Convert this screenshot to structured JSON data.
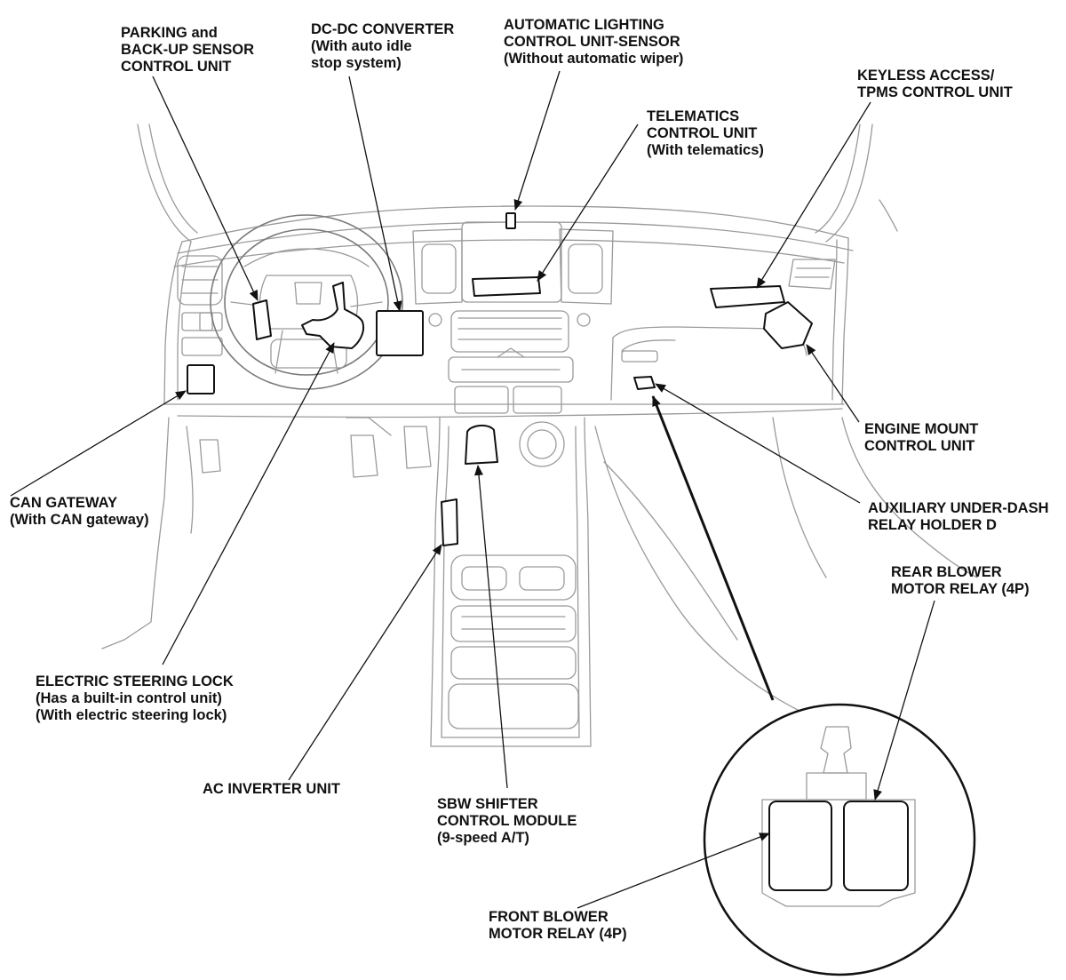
{
  "labels": {
    "parking_sensor": [
      "PARKING and",
      "BACK-UP SENSOR",
      "CONTROL UNIT"
    ],
    "dcdc_converter": [
      "DC-DC CONVERTER",
      "(With auto idle",
      "stop system)"
    ],
    "auto_lighting": [
      "AUTOMATIC LIGHTING",
      "CONTROL UNIT-SENSOR",
      "(Without automatic wiper)"
    ],
    "keyless_access": [
      "KEYLESS ACCESS/",
      "TPMS CONTROL UNIT"
    ],
    "telematics": [
      "TELEMATICS",
      "CONTROL UNIT",
      "(With telematics)"
    ],
    "engine_mount": [
      "ENGINE MOUNT",
      "CONTROL UNIT"
    ],
    "can_gateway": [
      "CAN GATEWAY",
      "(With CAN gateway)"
    ],
    "aux_relay_holder": [
      "AUXILIARY UNDER-DASH",
      "RELAY HOLDER D"
    ],
    "rear_blower": [
      "REAR BLOWER",
      "MOTOR RELAY (4P)"
    ],
    "steering_lock": [
      "ELECTRIC STEERING LOCK",
      "(Has a built-in control unit)",
      "(With electric steering lock)"
    ],
    "ac_inverter": [
      "AC INVERTER UNIT"
    ],
    "sbw_shifter": [
      "SBW SHIFTER",
      "CONTROL MODULE",
      "(9-speed A/T)"
    ],
    "front_blower": [
      "FRONT BLOWER",
      "MOTOR RELAY (4P)"
    ]
  }
}
